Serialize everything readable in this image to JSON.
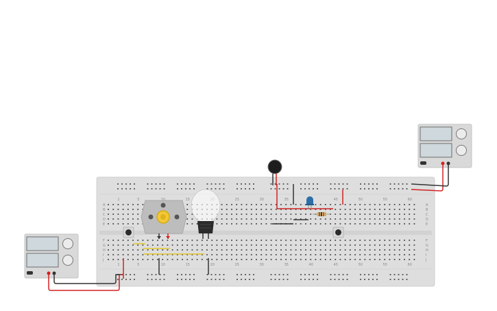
{
  "breadboard": {
    "column_numbers": [
      "1",
      "5",
      "10",
      "15",
      "20",
      "25",
      "30",
      "35",
      "40",
      "45",
      "50",
      "55",
      "60"
    ],
    "row_letters_top": [
      "A",
      "B",
      "C",
      "D",
      "E"
    ],
    "row_letters_bottom": [
      "F",
      "G",
      "H",
      "I",
      "J"
    ]
  },
  "components": {
    "dc_motor": "dc-motor",
    "light_bulb": "light-bulb",
    "pushbutton_left": "pushbutton",
    "pushbutton_right": "pushbutton",
    "led": "blue-led",
    "resistor": "resistor",
    "vibration_motor": "vibration-motor"
  },
  "power_supplies": [
    {
      "id": "psu-left"
    },
    {
      "id": "psu-right"
    }
  ],
  "colors": {
    "wire_red": "#d42020",
    "wire_black": "#333333",
    "wire_yellow": "#e3c52a",
    "breadboard": "#dedede",
    "led_blue": "#2b6fa8"
  }
}
